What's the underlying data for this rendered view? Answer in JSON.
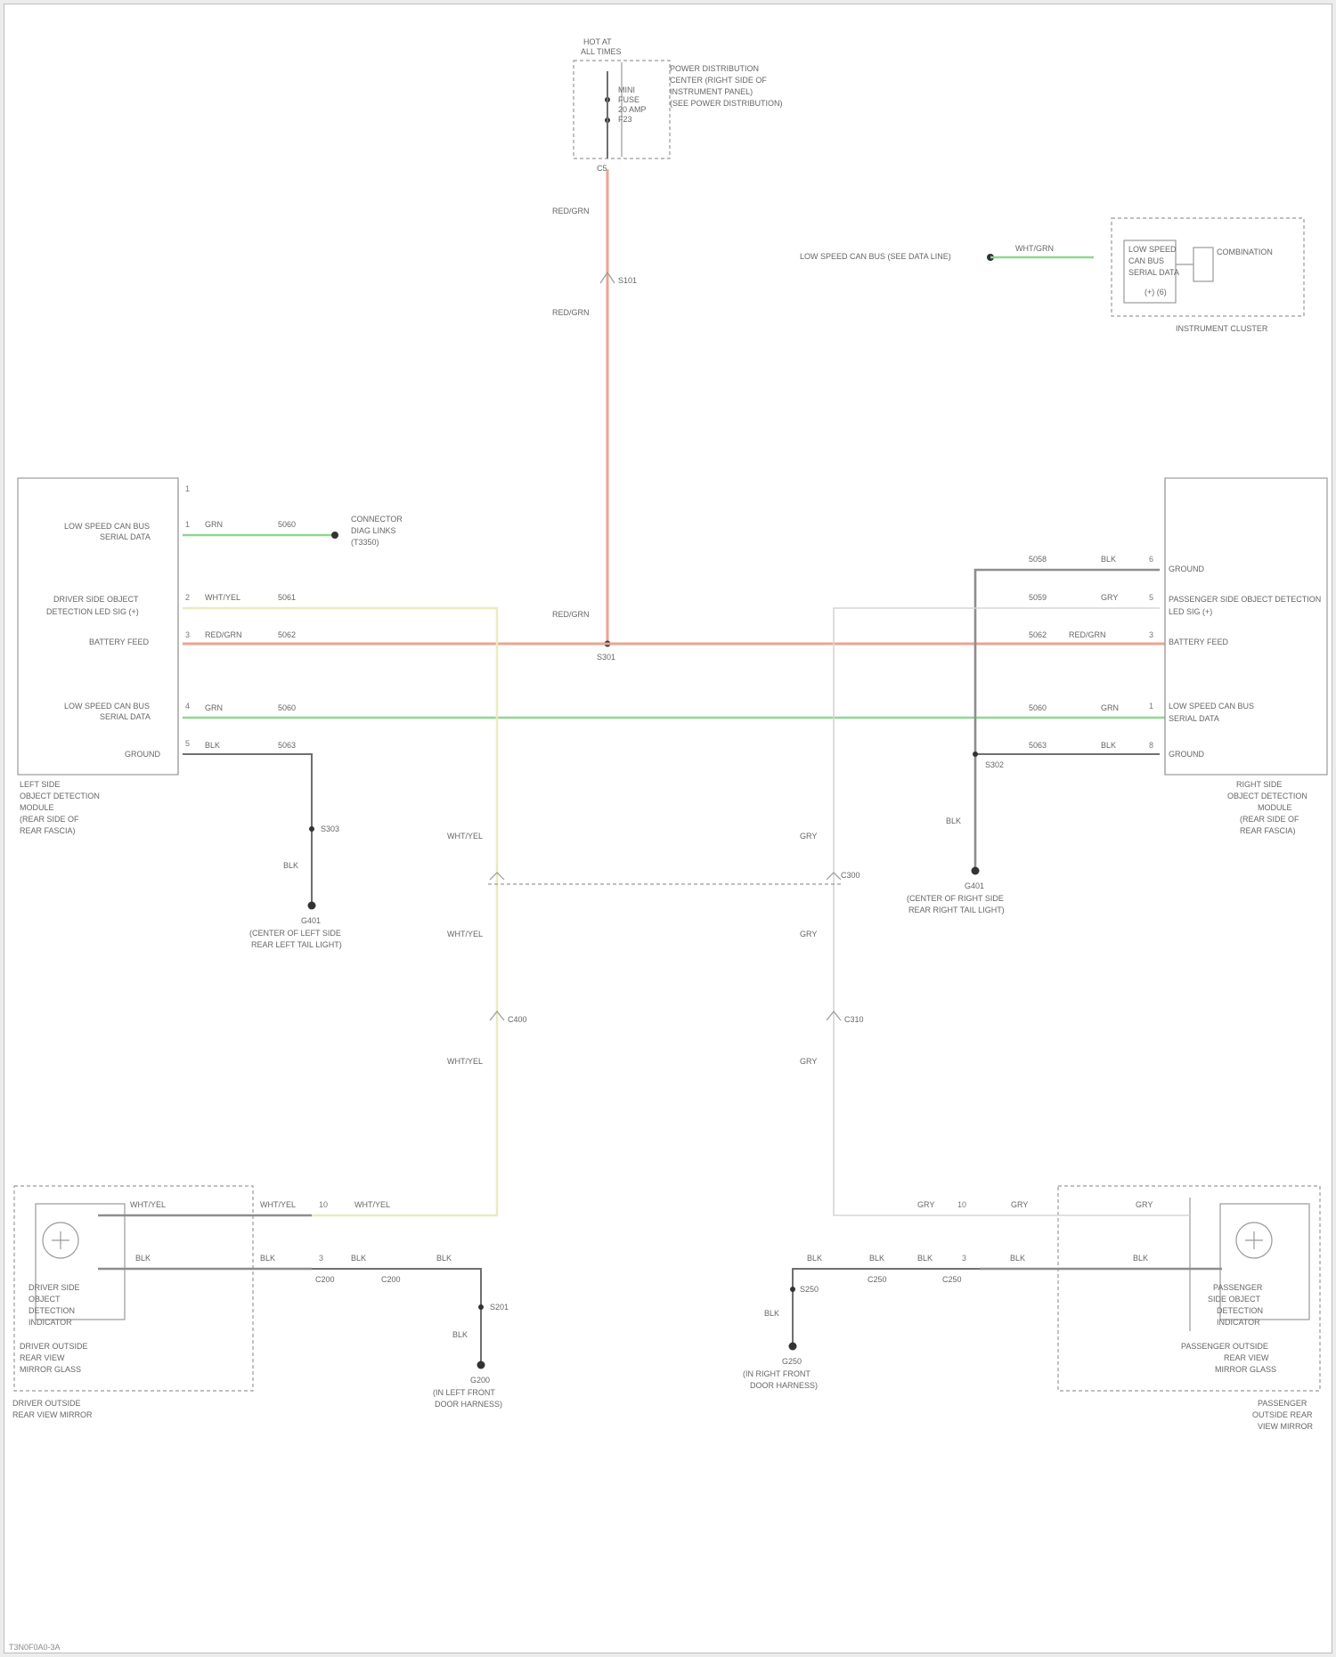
{
  "footer_code": "T3N0F0A0-3A",
  "fuse": {
    "title_line1": "HOT AT",
    "title_line2": "ALL TIMES",
    "fuse_text_1": "MINI",
    "fuse_text_2": "FUSE",
    "fuse_text_3": "20 AMP",
    "fuse_text_4": "F23",
    "desc_1": "POWER DISTRIBUTION",
    "desc_2": "CENTER (RIGHT SIDE OF",
    "desc_3": "INSTRUMENT PANEL)",
    "desc_4": "(SEE POWER DISTRIBUTION)",
    "conn": "C5",
    "wire_top": "RED/GRN",
    "wire_mid": "RED/GRN",
    "wire_low": "RED/GRN",
    "splice_top": "S101",
    "splice_main": "S301"
  },
  "instrument": {
    "source": "LOW SPEED CAN BUS (SEE DATA LINE)",
    "wire": "WHT/GRN",
    "label_1": "LOW SPEED",
    "label_2": "CAN BUS",
    "label_3": "SERIAL DATA",
    "label_4": "(+) (6)",
    "side_label": "COMBINATION",
    "caption": "INSTRUMENT CLUSTER"
  },
  "left_module": {
    "pins": [
      {
        "num": "1",
        "text": "LOW SPEED CAN BUS",
        "text2": "SERIAL DATA",
        "wire": "GRN",
        "circuit": "5060"
      },
      {
        "num": "2",
        "text": "DRIVER SIDE OBJECT",
        "text2": "DETECTION LED SIG (+)",
        "wire": "WHT/YEL",
        "circuit": "5061"
      },
      {
        "num": "3",
        "text": "BATTERY FEED",
        "text2": "",
        "wire": "RED/GRN",
        "circuit": "5062"
      },
      {
        "num": "4",
        "text": "LOW SPEED CAN BUS",
        "text2": "SERIAL DATA",
        "wire": "GRN",
        "circuit": "5060"
      },
      {
        "num": "5",
        "text": "GROUND",
        "text2": "",
        "wire": "BLK",
        "circuit": "5063"
      }
    ],
    "top_conn_pin": "1",
    "gateway_label_1": "CONNECTOR",
    "gateway_label_2": "DIAG LINKS",
    "gateway_label_3": "(T3350)",
    "caption_1": "LEFT SIDE",
    "caption_2": "OBJECT DETECTION",
    "caption_3": "MODULE",
    "caption_4": "(REAR SIDE OF",
    "caption_5": "REAR FASCIA)",
    "ground_splice": "S303",
    "ground_wire": "BLK",
    "ground_name": "G401",
    "ground_desc_1": "(CENTER OF LEFT SIDE",
    "ground_desc_2": "REAR LEFT TAIL LIGHT)"
  },
  "right_module": {
    "pins": [
      {
        "num": "6",
        "text": "GROUND",
        "circuit": "5058",
        "wire": "BLK"
      },
      {
        "num": "5",
        "text": "PASSENGER SIDE OBJECT DETECTION",
        "text2": "LED SIG (+)",
        "circuit": "5059",
        "wire": "GRY"
      },
      {
        "num": "3",
        "text": "BATTERY FEED",
        "circuit": "5062",
        "wire": "RED/GRN"
      },
      {
        "num": "1",
        "text": "LOW SPEED CAN BUS",
        "text2": "SERIAL DATA",
        "circuit": "5060",
        "wire": "GRN"
      },
      {
        "num": "8",
        "text": "GROUND",
        "circuit": "5063",
        "wire": "BLK"
      }
    ],
    "caption_1": "RIGHT SIDE",
    "caption_2": "OBJECT DETECTION",
    "caption_3": "MODULE",
    "caption_4": "(REAR SIDE OF",
    "caption_5": "REAR FASCIA)",
    "ground_splice": "S302",
    "ground_wire": "BLK",
    "ground_name": "G401",
    "ground_desc_1": "(CENTER OF RIGHT SIDE",
    "ground_desc_2": "REAR RIGHT TAIL LIGHT)"
  },
  "middle": {
    "yel_wire_1": "WHT/YEL",
    "yel_wire_2": "WHT/YEL",
    "yel_wire_3": "WHT/YEL",
    "gry_wire_1": "GRY",
    "gry_wire_2": "GRY",
    "gry_wire_3": "GRY",
    "conn_a": "C300",
    "conn_b": "C400",
    "conn_c": "C310"
  },
  "driver_mirror": {
    "label_1": "DRIVER SIDE",
    "label_2": "OBJECT",
    "label_3": "DETECTION",
    "label_4": "INDICATOR",
    "label_5": "DRIVER OUTSIDE",
    "label_6": "REAR VIEW",
    "label_7": "MIRROR GLASS",
    "caption_1": "DRIVER OUTSIDE",
    "caption_2": "REAR VIEW MIRROR",
    "wire_top": "WHT/YEL",
    "wire_bot": "BLK",
    "pin_top": "10",
    "pin_bot": "3",
    "conn": "C200",
    "ground_splice": "S201",
    "ground_wire": "BLK",
    "ground_name": "G200",
    "ground_desc_1": "(IN LEFT FRONT",
    "ground_desc_2": "DOOR HARNESS)"
  },
  "passenger_mirror": {
    "label_1": "PASSENGER",
    "label_2": "SIDE OBJECT",
    "label_3": "DETECTION",
    "label_4": "INDICATOR",
    "label_5": "PASSENGER OUTSIDE",
    "label_6": "REAR VIEW",
    "label_7": "MIRROR GLASS",
    "caption_1": "PASSENGER",
    "caption_2": "OUTSIDE REAR",
    "caption_3": "VIEW MIRROR",
    "wire_top": "GRY",
    "wire_bot": "BLK",
    "pin_top": "10",
    "pin_bot": "3",
    "conn": "C250",
    "ground_splice": "S250",
    "ground_wire": "BLK",
    "ground_name": "G250",
    "ground_desc_1": "(IN RIGHT FRONT",
    "ground_desc_2": "DOOR HARNESS)"
  }
}
